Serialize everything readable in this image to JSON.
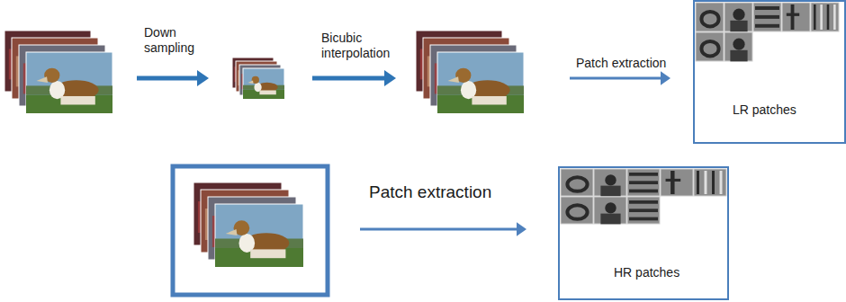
{
  "diagram": {
    "nodes": [
      {
        "text": [
          "LR patches"
        ]
      },
      {
        "text": [
          "HR patches"
        ]
      }
    ],
    "labels": [
      "Down sampling",
      "Bicubic interpolation",
      "Patch extraction",
      "Patch extraction"
    ]
  }
}
